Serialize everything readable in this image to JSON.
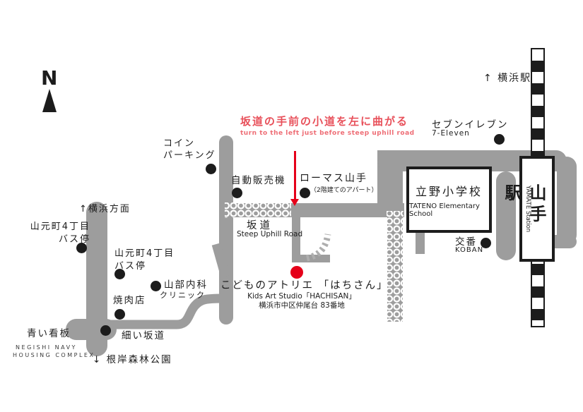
{
  "title": "こどものアトリエ「はちさん」 access map",
  "colors": {
    "road_gray": "#9d9d9d",
    "ink_black": "#1c1c1c",
    "accent_red": "#e50019",
    "annotation_red": "#e8505a"
  },
  "labels": {
    "compass_n": "N",
    "yokohama_station_dir": "↑ 横浜駅",
    "seven_eleven_jp": "セブンイレブン",
    "seven_eleven_en": "7-Eleven",
    "coin_parking_line1": "コイン",
    "coin_parking_line2": "パーキング",
    "vending_machine": "自動販売機",
    "romas_yamate": "ローマス山手",
    "romas_note": "（2階建てのアパート）",
    "annotation_jp": "坂道の手前の小道を左に曲がる",
    "annotation_en": "turn to the left just before steep uphill road",
    "slope_jp": "坂道",
    "slope_en": "Steep Uphill Road",
    "school_jp": "立野小学校",
    "school_en": "TATENO Elementary School",
    "station_jp": "山手駅",
    "station_en": "YAMATE Station",
    "koban_jp": "交番",
    "koban_en": "KOBAN",
    "yokohama_dir": "↑横浜方面",
    "busstop_left_line1": "山元町4丁目",
    "busstop_left_line2": "バス停",
    "busstop_right_line1": "山元町4丁目",
    "busstop_right_line2": "バス停",
    "yakiniku": "焼肉店",
    "clinic_line1": "山部内科",
    "clinic_line2": "クリニック",
    "studio_jp": "こどものアトリエ 「はちさん」",
    "studio_en": "Kids Art Studio「HACHISAN」",
    "studio_addr": "横浜市中区仲尾台 83番地",
    "blue_sign": "青い看板",
    "negishi_line1": "NEGISHI NAVY",
    "negishi_line2": "HOUSING COMPLEX",
    "narrow_slope": "細い坂道",
    "negishi_park_dir": "↓ 根岸森林公園"
  }
}
